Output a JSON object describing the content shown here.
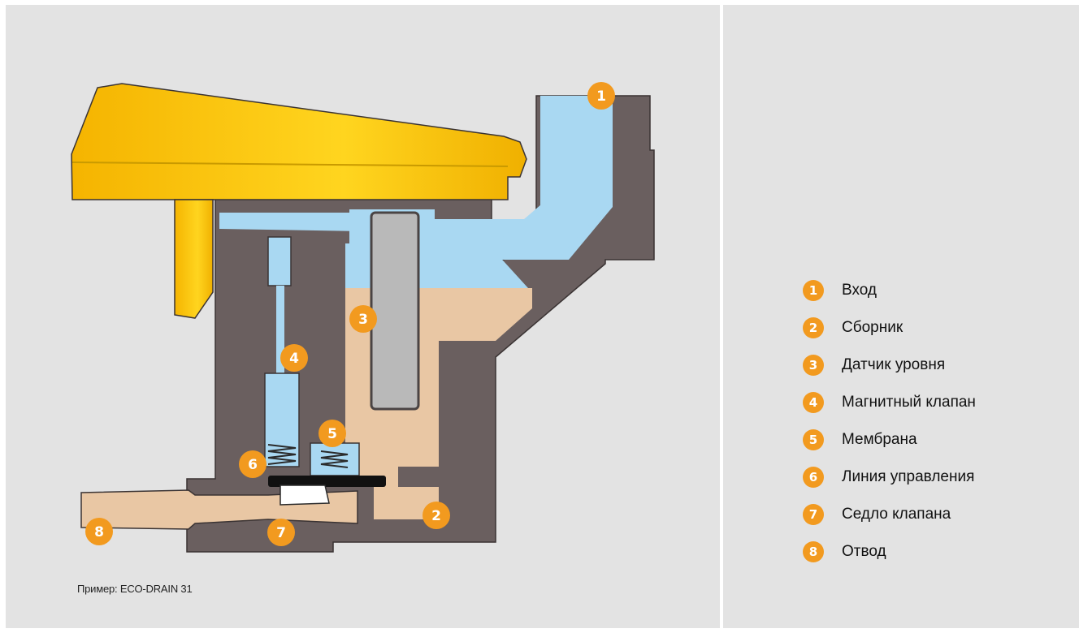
{
  "legend": {
    "items": [
      {
        "num": "1",
        "label": "Вход"
      },
      {
        "num": "2",
        "label": "Сборник"
      },
      {
        "num": "3",
        "label": "Датчик уровня"
      },
      {
        "num": "4",
        "label": "Магнитный клапан"
      },
      {
        "num": "5",
        "label": "Мембрана"
      },
      {
        "num": "6",
        "label": "Линия управления"
      },
      {
        "num": "7",
        "label": "Седло клапана"
      },
      {
        "num": "8",
        "label": "Отвод"
      }
    ]
  },
  "caption": "Пример: ECO-DRAIN 31",
  "colors": {
    "housing": "#6a5f5f",
    "lid": "#f7c21a",
    "water": "#a9d8f2",
    "condensate": "#e9c7a4",
    "marker": "#f29a1f"
  }
}
